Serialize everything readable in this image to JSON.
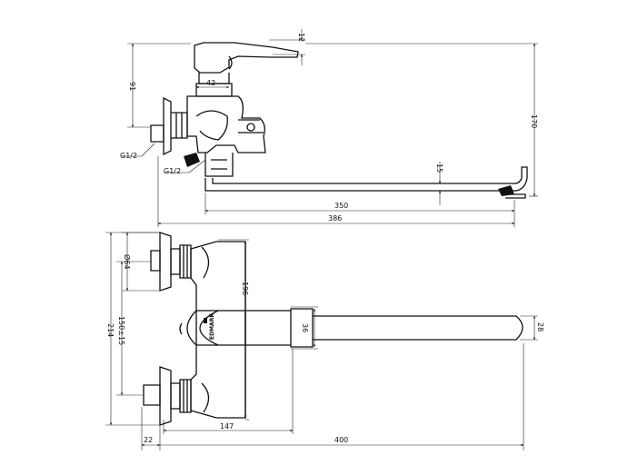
{
  "dimensions": {
    "d12": "12",
    "d91": "91",
    "d42": "42",
    "d170": "170",
    "d15": "15",
    "d350": "350",
    "d386": "386",
    "d64": "Ø64",
    "d196": "196",
    "d214": "214",
    "d150": "150±15",
    "d36": "36",
    "d28": "28",
    "d147": "147",
    "d22": "22",
    "d400": "400"
  },
  "labels": {
    "thread1": "G1/2",
    "thread2": "G1/2",
    "logo": "EDMARK"
  }
}
